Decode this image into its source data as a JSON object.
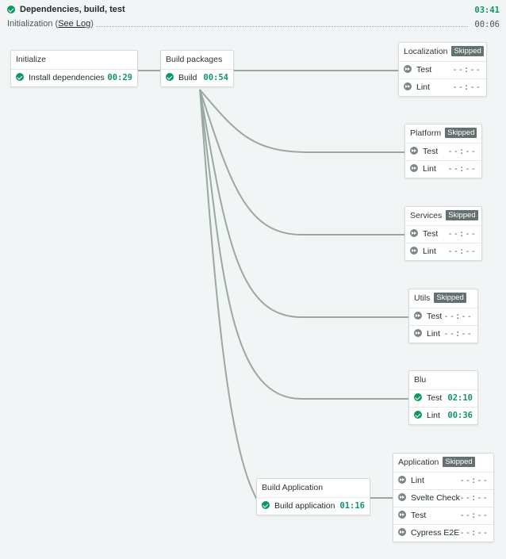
{
  "header": {
    "title": "Dependencies, build, test",
    "duration": "03:41"
  },
  "subheader": {
    "label": "Initialization",
    "open_paren": "(",
    "link": "See Log",
    "close_paren": ")",
    "duration": "00:06"
  },
  "colors": {
    "passed": "#0f9760",
    "skipped": "#637171",
    "connector": "#98a9a4"
  },
  "blocks": {
    "initialize": {
      "title": "Initialize",
      "jobs": [
        {
          "name": "Install dependencies",
          "time": "00:29",
          "status": "passed"
        }
      ]
    },
    "build_packages": {
      "title": "Build packages",
      "jobs": [
        {
          "name": "Build",
          "time": "00:54",
          "status": "passed"
        }
      ]
    },
    "localization": {
      "title": "Localization",
      "badge": "Skipped",
      "jobs": [
        {
          "name": "Test",
          "time": "--:--"
        },
        {
          "name": "Lint",
          "time": "--:--"
        }
      ]
    },
    "platform": {
      "title": "Platform",
      "badge": "Skipped",
      "jobs": [
        {
          "name": "Test",
          "time": "--:--"
        },
        {
          "name": "Lint",
          "time": "--:--"
        }
      ]
    },
    "services": {
      "title": "Services",
      "badge": "Skipped",
      "jobs": [
        {
          "name": "Test",
          "time": "--:--"
        },
        {
          "name": "Lint",
          "time": "--:--"
        }
      ]
    },
    "utils": {
      "title": "Utils",
      "badge": "Skipped",
      "jobs": [
        {
          "name": "Test",
          "time": "--:--"
        },
        {
          "name": "Lint",
          "time": "--:--"
        }
      ]
    },
    "blu": {
      "title": "Blu",
      "jobs": [
        {
          "name": "Test",
          "time": "02:10",
          "status": "passed"
        },
        {
          "name": "Lint",
          "time": "00:36",
          "status": "passed"
        }
      ]
    },
    "build_application": {
      "title": "Build Application",
      "jobs": [
        {
          "name": "Build application",
          "time": "01:16",
          "status": "passed"
        }
      ]
    },
    "application": {
      "title": "Application",
      "badge": "Skipped",
      "jobs": [
        {
          "name": "Lint",
          "time": "--:--"
        },
        {
          "name": "Svelte Check",
          "time": "--:--"
        },
        {
          "name": "Test",
          "time": "--:--"
        },
        {
          "name": "Cypress E2E",
          "time": "--:--"
        }
      ]
    }
  }
}
